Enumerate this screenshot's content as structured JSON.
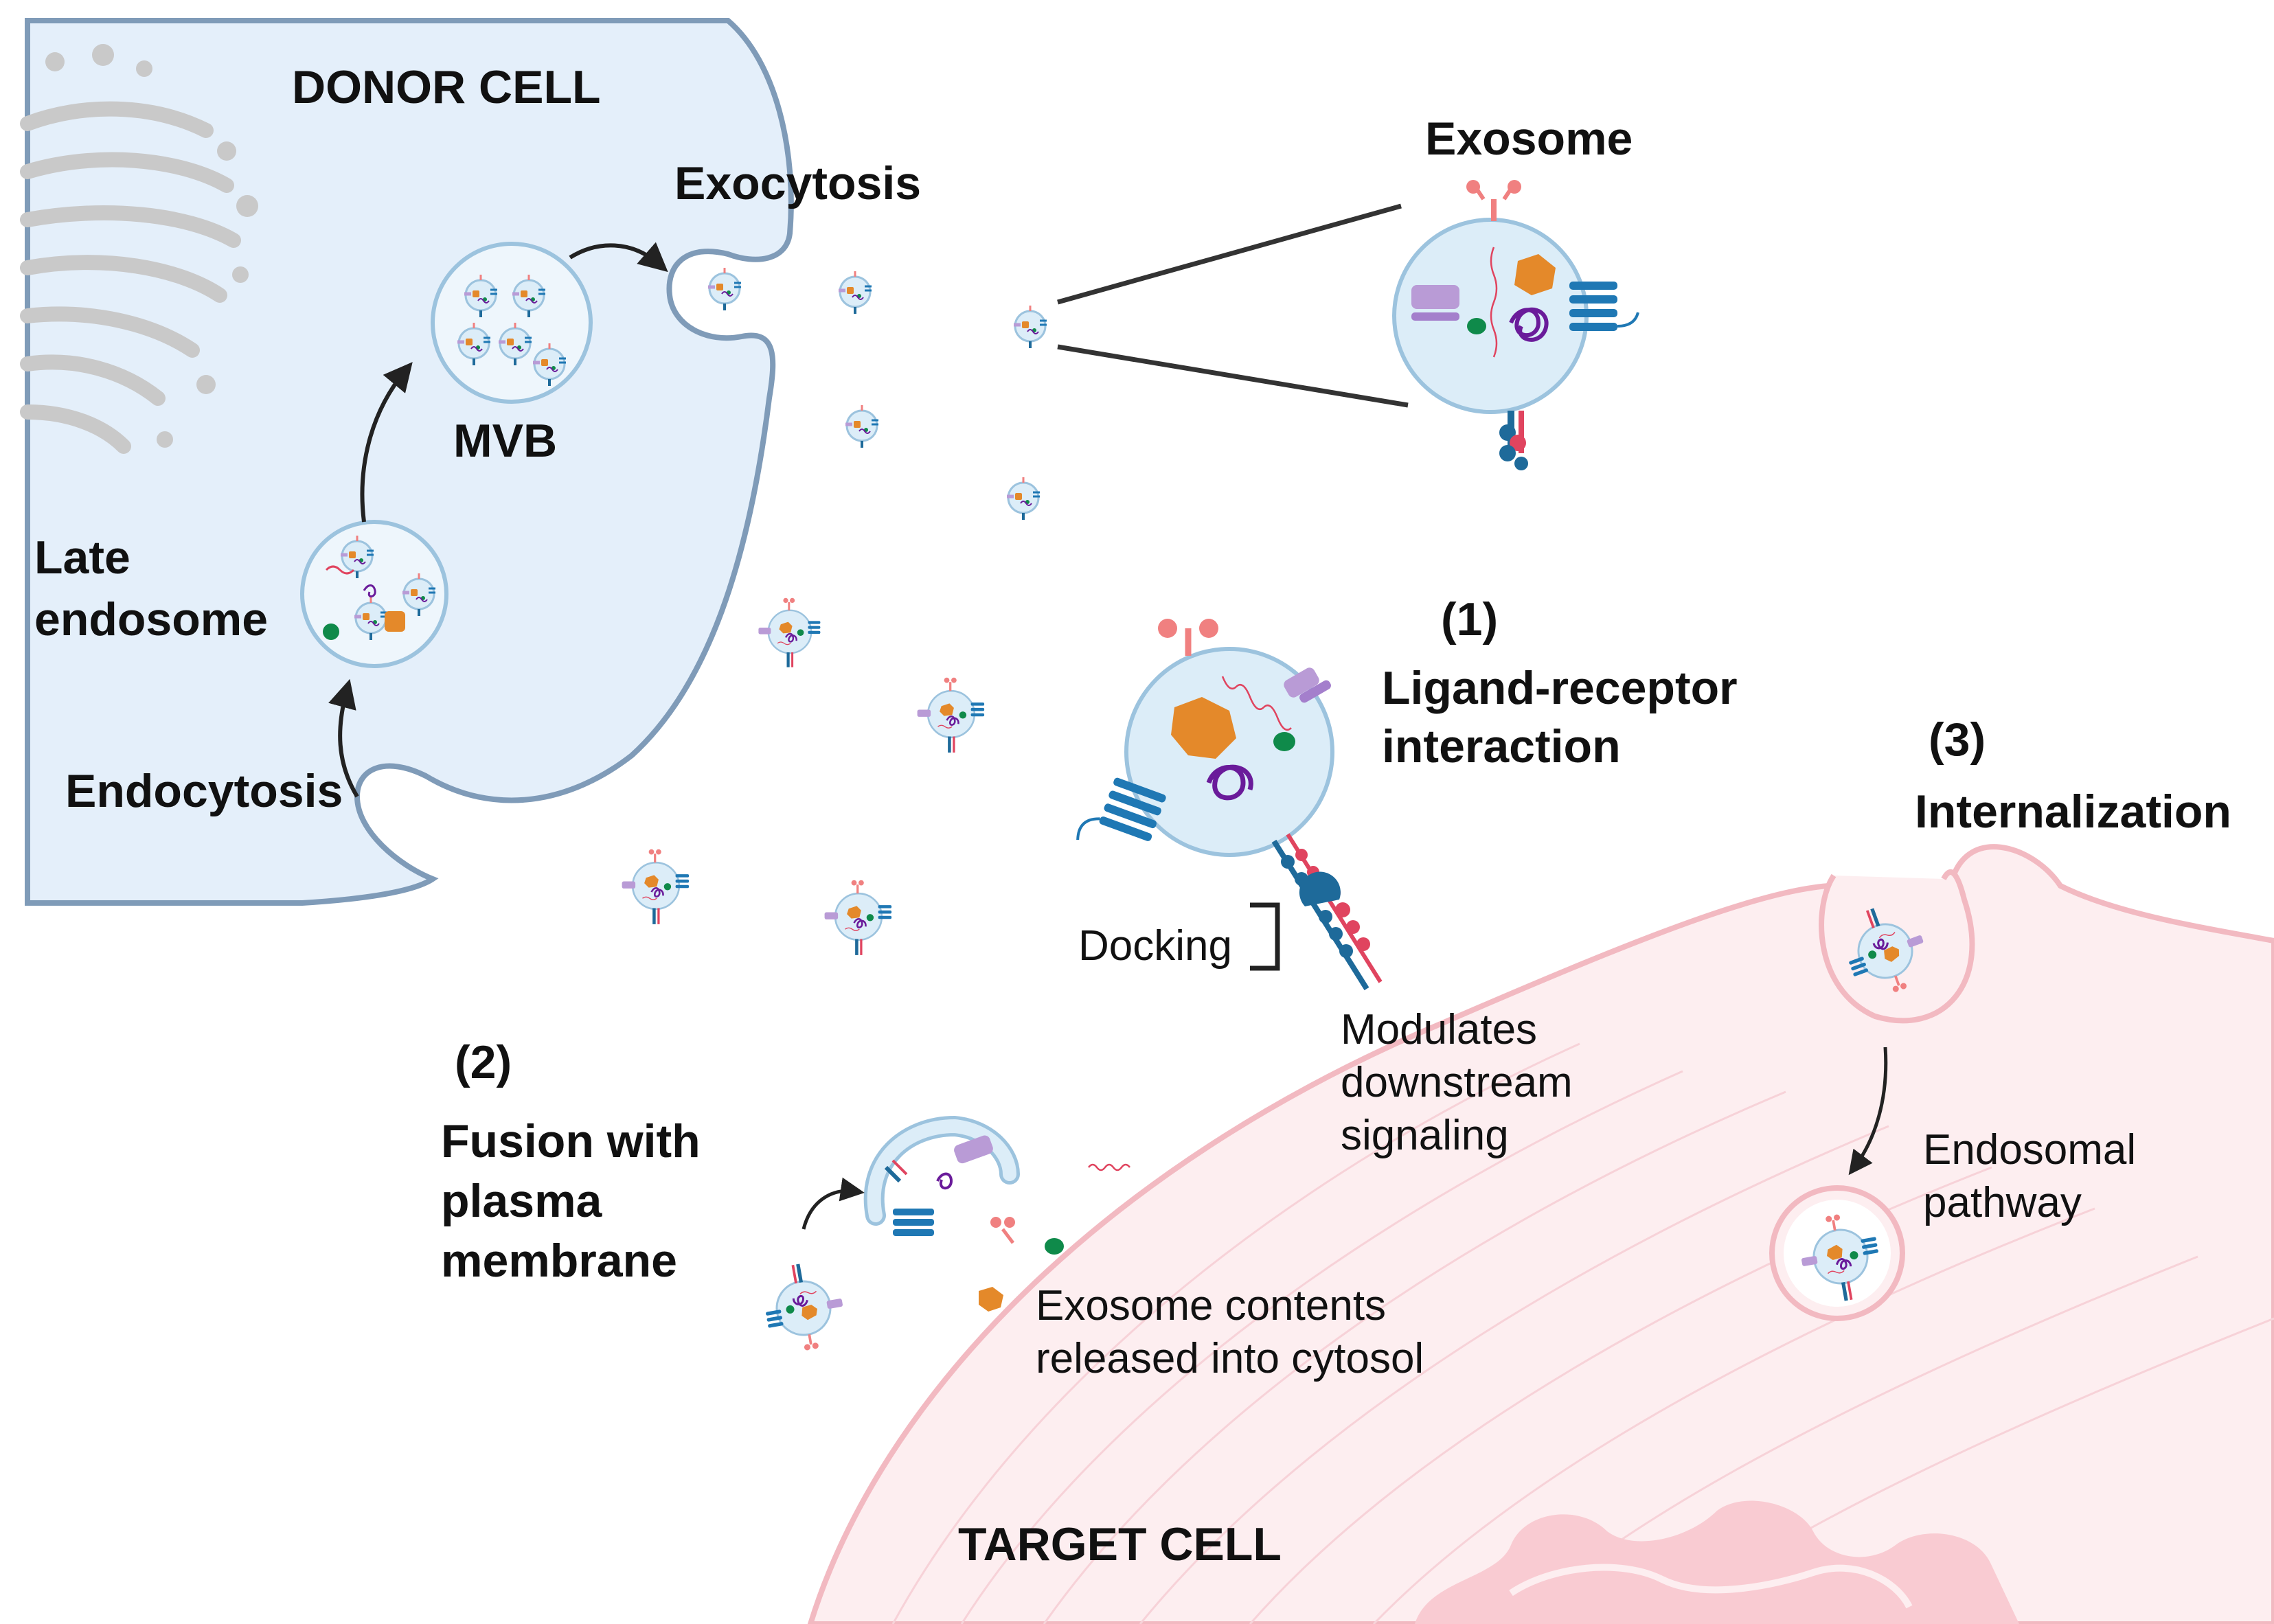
{
  "labels": {
    "donor_cell": "DONOR CELL",
    "target_cell": "TARGET CELL",
    "exocytosis": "Exocytosis",
    "exosome": "Exosome",
    "mvb": "MVB",
    "late_endosome_1": "Late",
    "late_endosome_2": "endosome",
    "endocytosis": "Endocytosis",
    "step1_number": "(1)",
    "step1_title_1": "Ligand-receptor",
    "step1_title_2": "interaction",
    "docking": "Docking",
    "modulates_1": "Modulates",
    "modulates_2": "downstream",
    "modulates_3": "signaling",
    "step2_number": "(2)",
    "step2_title_1": "Fusion with",
    "step2_title_2": "plasma",
    "step2_title_3": "membrane",
    "contents_1": "Exosome contents",
    "contents_2": "released into cytosol",
    "step3_number": "(3)",
    "step3_title": "Internalization",
    "endosomal_1": "Endosomal",
    "endosomal_2": "pathway"
  },
  "colors": {
    "donor_fill": "#e4effa",
    "donor_stroke": "#7f9bb8",
    "golgi": "#c9c9c9",
    "target_fill": "#fdeef0",
    "target_stroke": "#f2b9c1",
    "vesicle_fill": "#dcedf8",
    "vesicle_stroke": "#9cc3de",
    "tetraspanin": "#1f78b4",
    "integrin_pink": "#f08080",
    "lamp_purple": "#b99bd6",
    "protein_orange": "#e4892a",
    "rna_purple": "#6a1b9a",
    "vesicle_green": "#0f8a4a",
    "receptor_red": "#e0445f",
    "receptor_blue": "#1e6a9a",
    "arrow": "#222222"
  }
}
